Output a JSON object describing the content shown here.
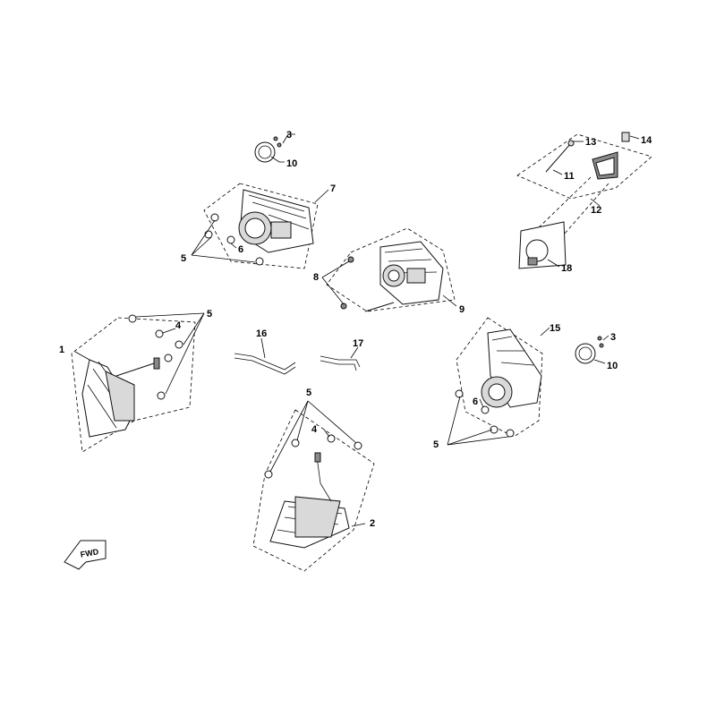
{
  "callouts": {
    "c1": "1",
    "c2": "2",
    "c3a": "3",
    "c3b": "3",
    "c4a": "4",
    "c4b": "4",
    "c5a": "5",
    "c5b": "5",
    "c5c": "5",
    "c5d": "5",
    "c6a": "6",
    "c6b": "6",
    "c7": "7",
    "c8": "8",
    "c9": "9",
    "c10a": "10",
    "c10b": "10",
    "c11": "11",
    "c12": "12",
    "c13": "13",
    "c14": "14",
    "c15": "15",
    "c16": "16",
    "c17": "17",
    "c18": "18"
  },
  "direction_marker": "FWD"
}
